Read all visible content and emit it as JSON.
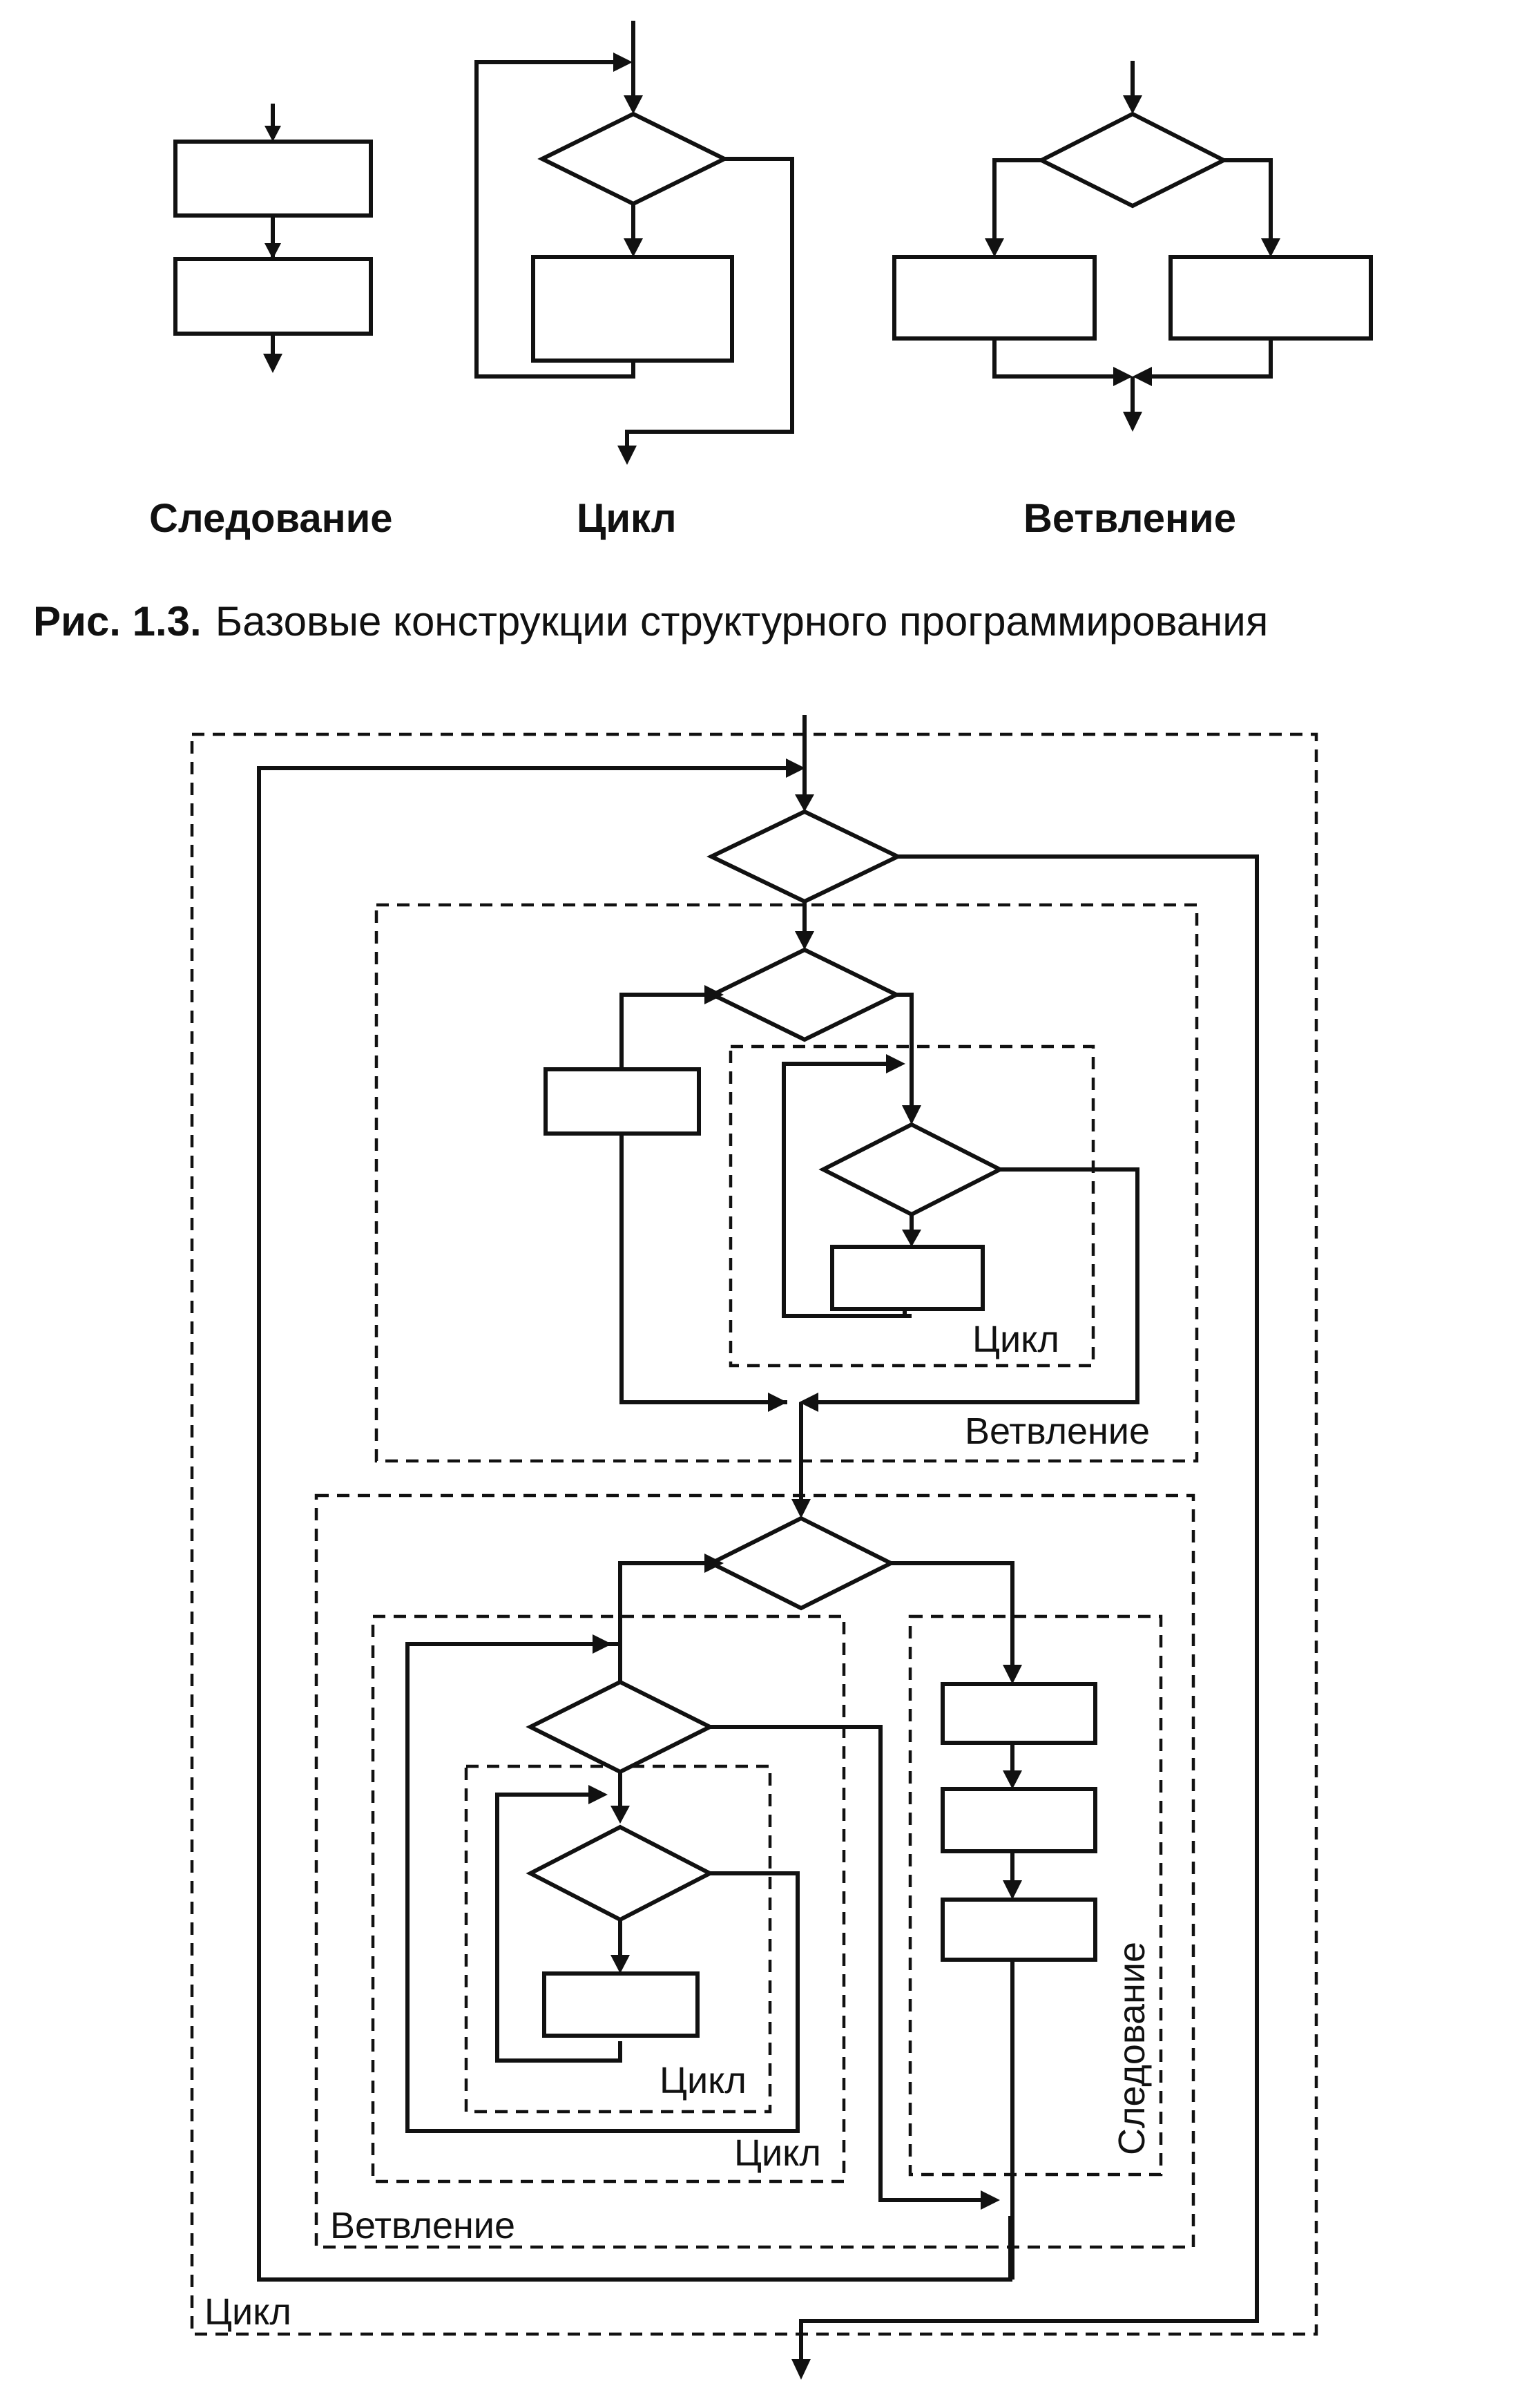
{
  "top_examples": {
    "sequence_label": "Следование",
    "loop_label": "Цикл",
    "branch_label": "Ветвление"
  },
  "caption": {
    "number": "Рис. 1.3.",
    "text": "Базовые конструкции структурного программирования"
  },
  "nested_diagram": {
    "inner_loop_1": "Цикл",
    "branch_1": "Ветвление",
    "inner_loop_2": "Цикл",
    "loop_2": "Цикл",
    "sequence": "Следование",
    "branch_2": "Ветвление",
    "outer_loop": "Цикл"
  }
}
